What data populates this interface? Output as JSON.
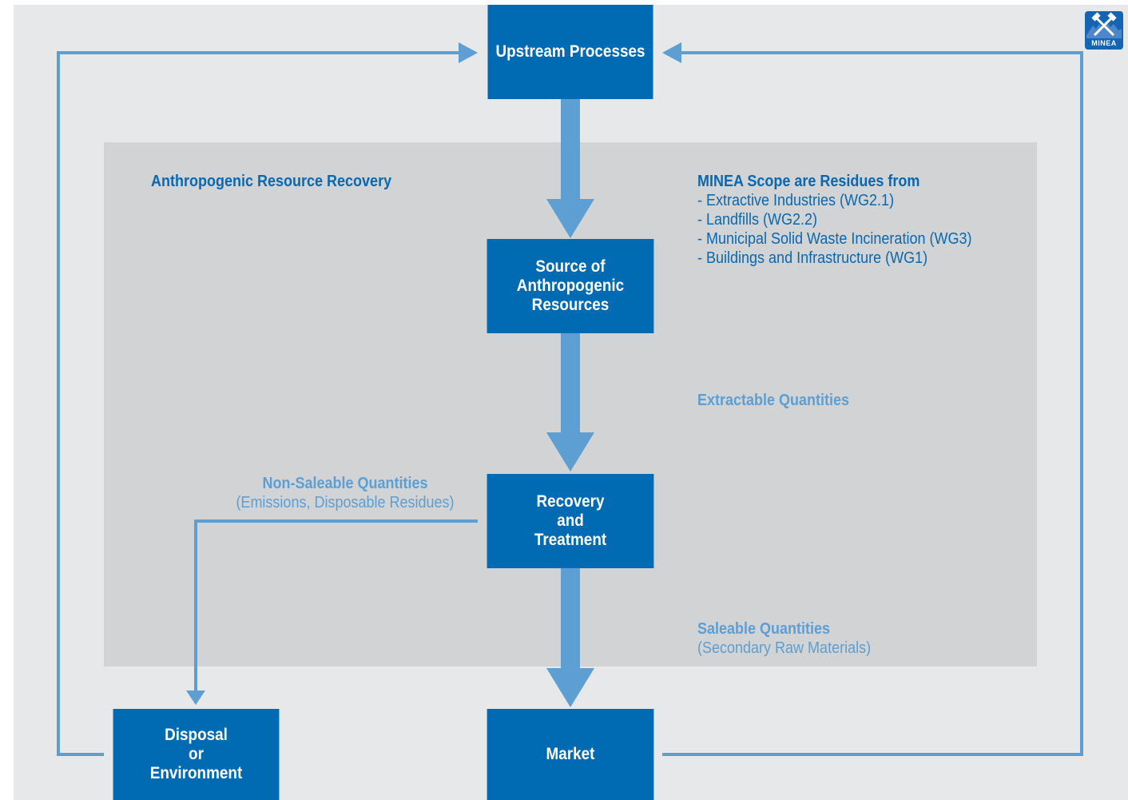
{
  "nodes": {
    "upstream": "Upstream Processes",
    "source": [
      "Source of",
      "Anthropogenic",
      "Resources"
    ],
    "recovery": [
      "Recovery",
      "and",
      "Treatment"
    ],
    "disposal": [
      "Disposal",
      "or",
      "Environment"
    ],
    "market": "Market"
  },
  "labels": {
    "panel_title": "Anthropogenic Resource Recovery",
    "scope_title": "MINEA Scope are Residues from",
    "scope_items": [
      "- Extractive Industries (WG2.1)",
      "- Landfills (WG2.2)",
      "- Municipal Solid Waste Incineration (WG3)",
      "- Buildings and Infrastructure (WG1)"
    ],
    "extractable": "Extractable Quantities",
    "non_saleable": "Non-Saleable Quantities",
    "non_saleable_sub": "(Emissions, Disposable Residues)",
    "saleable": "Saleable Quantities",
    "saleable_sub": "(Secondary Raw Materials)"
  },
  "logo": {
    "text": "MINEA",
    "icon": "crossed-hammers-icon"
  },
  "colors": {
    "node_fill": "#006ab2",
    "arrow": "#5d9fd3",
    "dark_text": "#0a68b0",
    "light_text": "#5d9fd3",
    "outer_bg": "#e6e8ea",
    "panel_bg": "#d1d3d5"
  }
}
